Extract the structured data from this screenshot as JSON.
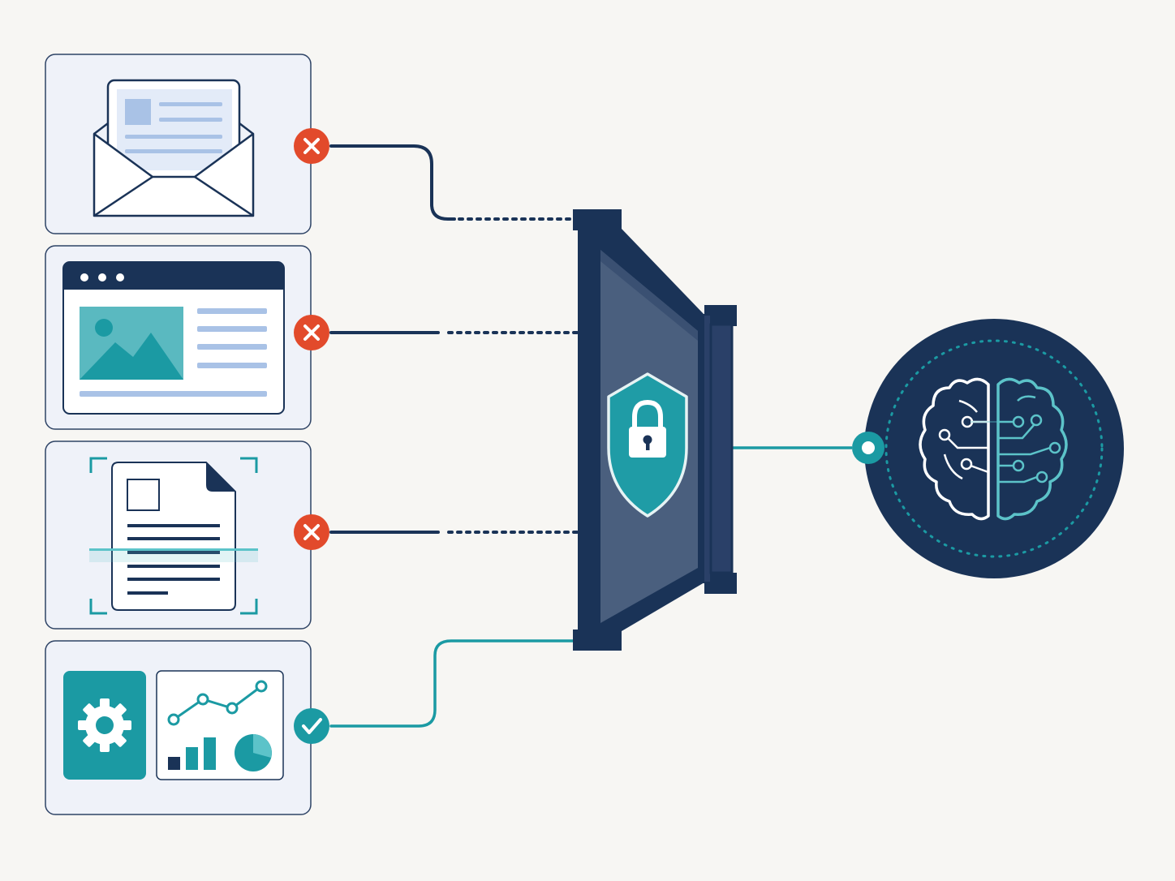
{
  "colors": {
    "background": "#f7f6f3",
    "navy": "#1a3357",
    "teal": "#1b9aa3",
    "teal_light": "#5cc3c9",
    "red": "#e24a2b",
    "card_bg": "#eff2f9",
    "card_border": "#2f4466",
    "paper_blue": "#a9c2e6",
    "shield_fill": "#1f9ca6",
    "door_face": "#4a5f7e"
  },
  "sources": [
    {
      "name": "email",
      "icon": "envelope-icon",
      "status": "blocked",
      "status_icon": "x-icon"
    },
    {
      "name": "web-page",
      "icon": "browser-window-icon",
      "status": "blocked",
      "status_icon": "x-icon"
    },
    {
      "name": "scanned-document",
      "icon": "document-scan-icon",
      "status": "blocked",
      "status_icon": "x-icon"
    },
    {
      "name": "settings-analytics",
      "icon": "gear-analytics-icon",
      "status": "allowed",
      "status_icon": "check-icon"
    }
  ],
  "gateway": {
    "icon": "shield-lock-icon"
  },
  "model": {
    "icon": "brain-circuit-icon"
  }
}
